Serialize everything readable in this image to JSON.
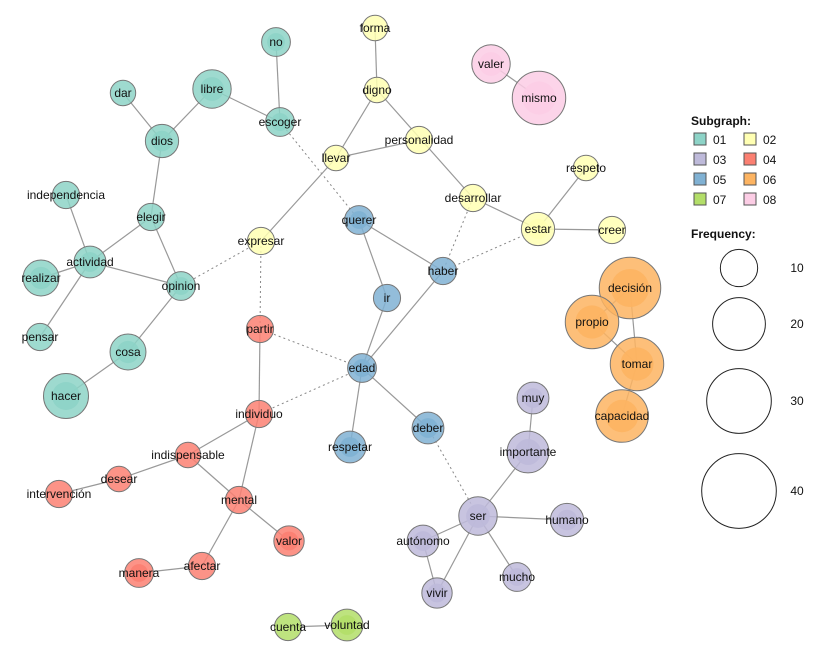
{
  "legend": {
    "subgraph_title": "Subgraph:",
    "subgraphs": [
      {
        "id": "01",
        "color": "#8dd3c7"
      },
      {
        "id": "02",
        "color": "#ffffb3"
      },
      {
        "id": "03",
        "color": "#bebada"
      },
      {
        "id": "04",
        "color": "#fb8072"
      },
      {
        "id": "05",
        "color": "#80b1d3"
      },
      {
        "id": "06",
        "color": "#fdb462"
      },
      {
        "id": "07",
        "color": "#b3de69"
      },
      {
        "id": "08",
        "color": "#fccde5"
      }
    ],
    "frequency_title": "Frequency:",
    "frequencies": [
      "10",
      "20",
      "30",
      "40"
    ]
  },
  "nodes": [
    {
      "id": "no",
      "label": "no",
      "group": "01",
      "freq": 9
    },
    {
      "id": "dar",
      "label": "dar",
      "group": "01",
      "freq": 7
    },
    {
      "id": "libre",
      "label": "libre",
      "group": "01",
      "freq": 16
    },
    {
      "id": "dios",
      "label": "dios",
      "group": "01",
      "freq": 12
    },
    {
      "id": "escoger",
      "label": "escoger",
      "group": "01",
      "freq": 9
    },
    {
      "id": "independencia",
      "label": "independencia",
      "group": "01",
      "freq": 8
    },
    {
      "id": "elegir",
      "label": "elegir",
      "group": "01",
      "freq": 8
    },
    {
      "id": "actividad",
      "label": "actividad",
      "group": "01",
      "freq": 11
    },
    {
      "id": "realizar",
      "label": "realizar",
      "group": "01",
      "freq": 14
    },
    {
      "id": "opinion",
      "label": "opinion",
      "group": "01",
      "freq": 9
    },
    {
      "id": "pensar",
      "label": "pensar",
      "group": "01",
      "freq": 8
    },
    {
      "id": "cosa",
      "label": "cosa",
      "group": "01",
      "freq": 14
    },
    {
      "id": "hacer",
      "label": "hacer",
      "group": "01",
      "freq": 22
    },
    {
      "id": "forma",
      "label": "forma",
      "group": "02",
      "freq": 7
    },
    {
      "id": "digno",
      "label": "digno",
      "group": "02",
      "freq": 7
    },
    {
      "id": "personalidad",
      "label": "personalidad",
      "group": "02",
      "freq": 8
    },
    {
      "id": "llevar",
      "label": "llevar",
      "group": "02",
      "freq": 7
    },
    {
      "id": "desarrollar",
      "label": "desarrollar",
      "group": "02",
      "freq": 8
    },
    {
      "id": "respeto",
      "label": "respeto",
      "group": "02",
      "freq": 7
    },
    {
      "id": "estar",
      "label": "estar",
      "group": "02",
      "freq": 12
    },
    {
      "id": "creer",
      "label": "creer",
      "group": "02",
      "freq": 8
    },
    {
      "id": "expresar",
      "label": "expresar",
      "group": "02",
      "freq": 8
    },
    {
      "id": "muy",
      "label": "muy",
      "group": "03",
      "freq": 11
    },
    {
      "id": "importante",
      "label": "importante",
      "group": "03",
      "freq": 19
    },
    {
      "id": "humano",
      "label": "humano",
      "group": "03",
      "freq": 12
    },
    {
      "id": "ser",
      "label": "ser",
      "group": "03",
      "freq": 16
    },
    {
      "id": "autonomo",
      "label": "autónomo",
      "group": "03",
      "freq": 11
    },
    {
      "id": "vivir",
      "label": "vivir",
      "group": "03",
      "freq": 10
    },
    {
      "id": "mucho",
      "label": "mucho",
      "group": "03",
      "freq": 9
    },
    {
      "id": "partir",
      "label": "partir",
      "group": "04",
      "freq": 8
    },
    {
      "id": "individuo",
      "label": "individuo",
      "group": "04",
      "freq": 8
    },
    {
      "id": "indispensable",
      "label": "indispensable",
      "group": "04",
      "freq": 7
    },
    {
      "id": "desear",
      "label": "desear",
      "group": "04",
      "freq": 7
    },
    {
      "id": "intervencion",
      "label": "intervención",
      "group": "04",
      "freq": 8
    },
    {
      "id": "mental",
      "label": "mental",
      "group": "04",
      "freq": 8
    },
    {
      "id": "valor",
      "label": "valor",
      "group": "04",
      "freq": 10
    },
    {
      "id": "manera",
      "label": "manera",
      "group": "04",
      "freq": 9
    },
    {
      "id": "afectar",
      "label": "afectar",
      "group": "04",
      "freq": 8
    },
    {
      "id": "querer",
      "label": "querer",
      "group": "05",
      "freq": 9
    },
    {
      "id": "haber",
      "label": "haber",
      "group": "05",
      "freq": 8
    },
    {
      "id": "ir",
      "label": "ir",
      "group": "05",
      "freq": 8
    },
    {
      "id": "edad",
      "label": "edad",
      "group": "05",
      "freq": 9
    },
    {
      "id": "respetar",
      "label": "respetar",
      "group": "05",
      "freq": 11
    },
    {
      "id": "deber",
      "label": "deber",
      "group": "05",
      "freq": 11
    },
    {
      "id": "decision",
      "label": "decisión",
      "group": "06",
      "freq": 41
    },
    {
      "id": "propio",
      "label": "propio",
      "group": "06",
      "freq": 31
    },
    {
      "id": "tomar",
      "label": "tomar",
      "group": "06",
      "freq": 31
    },
    {
      "id": "capacidad",
      "label": "capacidad",
      "group": "06",
      "freq": 30
    },
    {
      "id": "cuenta",
      "label": "cuenta",
      "group": "07",
      "freq": 8
    },
    {
      "id": "voluntad",
      "label": "voluntad",
      "group": "07",
      "freq": 11
    },
    {
      "id": "valer",
      "label": "valer",
      "group": "08",
      "freq": 16
    },
    {
      "id": "mismo",
      "label": "mismo",
      "group": "08",
      "freq": 31
    }
  ],
  "edges": [
    {
      "a": "no",
      "b": "escoger",
      "style": "solid"
    },
    {
      "a": "libre",
      "b": "escoger",
      "style": "solid"
    },
    {
      "a": "libre",
      "b": "dios",
      "style": "solid"
    },
    {
      "a": "dar",
      "b": "dios",
      "style": "solid"
    },
    {
      "a": "dios",
      "b": "elegir",
      "style": "solid"
    },
    {
      "a": "independencia",
      "b": "actividad",
      "style": "solid"
    },
    {
      "a": "elegir",
      "b": "actividad",
      "style": "solid"
    },
    {
      "a": "elegir",
      "b": "opinion",
      "style": "solid"
    },
    {
      "a": "actividad",
      "b": "realizar",
      "style": "solid"
    },
    {
      "a": "actividad",
      "b": "opinion",
      "style": "solid"
    },
    {
      "a": "actividad",
      "b": "pensar",
      "style": "solid"
    },
    {
      "a": "opinion",
      "b": "cosa",
      "style": "solid"
    },
    {
      "a": "cosa",
      "b": "hacer",
      "style": "solid"
    },
    {
      "a": "escoger",
      "b": "querer",
      "style": "dotted"
    },
    {
      "a": "forma",
      "b": "digno",
      "style": "solid"
    },
    {
      "a": "digno",
      "b": "llevar",
      "style": "solid"
    },
    {
      "a": "digno",
      "b": "desarrollar",
      "style": "solid"
    },
    {
      "a": "llevar",
      "b": "personalidad",
      "style": "solid"
    },
    {
      "a": "llevar",
      "b": "expresar",
      "style": "solid"
    },
    {
      "a": "desarrollar",
      "b": "estar",
      "style": "solid"
    },
    {
      "a": "estar",
      "b": "respeto",
      "style": "solid"
    },
    {
      "a": "estar",
      "b": "creer",
      "style": "solid"
    },
    {
      "a": "desarrollar",
      "b": "haber",
      "style": "dotted"
    },
    {
      "a": "estar",
      "b": "haber",
      "style": "dotted"
    },
    {
      "a": "opinion",
      "b": "expresar",
      "style": "dotted"
    },
    {
      "a": "expresar",
      "b": "partir",
      "style": "dotted"
    },
    {
      "a": "querer",
      "b": "haber",
      "style": "solid"
    },
    {
      "a": "querer",
      "b": "ir",
      "style": "solid"
    },
    {
      "a": "ir",
      "b": "edad",
      "style": "solid"
    },
    {
      "a": "haber",
      "b": "edad",
      "style": "solid"
    },
    {
      "a": "edad",
      "b": "respetar",
      "style": "solid"
    },
    {
      "a": "edad",
      "b": "deber",
      "style": "solid"
    },
    {
      "a": "partir",
      "b": "edad",
      "style": "dotted"
    },
    {
      "a": "individuo",
      "b": "edad",
      "style": "dotted"
    },
    {
      "a": "partir",
      "b": "individuo",
      "style": "solid"
    },
    {
      "a": "individuo",
      "b": "indispensable",
      "style": "solid"
    },
    {
      "a": "individuo",
      "b": "mental",
      "style": "solid"
    },
    {
      "a": "indispensable",
      "b": "desear",
      "style": "solid"
    },
    {
      "a": "indispensable",
      "b": "mental",
      "style": "solid"
    },
    {
      "a": "desear",
      "b": "intervencion",
      "style": "solid"
    },
    {
      "a": "mental",
      "b": "valor",
      "style": "solid"
    },
    {
      "a": "mental",
      "b": "afectar",
      "style": "solid"
    },
    {
      "a": "afectar",
      "b": "manera",
      "style": "solid"
    },
    {
      "a": "deber",
      "b": "ser",
      "style": "dotted"
    },
    {
      "a": "muy",
      "b": "importante",
      "style": "solid"
    },
    {
      "a": "importante",
      "b": "ser",
      "style": "solid"
    },
    {
      "a": "ser",
      "b": "humano",
      "style": "solid"
    },
    {
      "a": "ser",
      "b": "autonomo",
      "style": "solid"
    },
    {
      "a": "ser",
      "b": "vivir",
      "style": "solid"
    },
    {
      "a": "ser",
      "b": "mucho",
      "style": "solid"
    },
    {
      "a": "autonomo",
      "b": "vivir",
      "style": "solid"
    },
    {
      "a": "decision",
      "b": "propio",
      "style": "solid"
    },
    {
      "a": "decision",
      "b": "tomar",
      "style": "solid"
    },
    {
      "a": "propio",
      "b": "tomar",
      "style": "solid"
    },
    {
      "a": "tomar",
      "b": "capacidad",
      "style": "solid"
    },
    {
      "a": "cuenta",
      "b": "voluntad",
      "style": "solid"
    },
    {
      "a": "valer",
      "b": "mismo",
      "style": "solid"
    }
  ]
}
